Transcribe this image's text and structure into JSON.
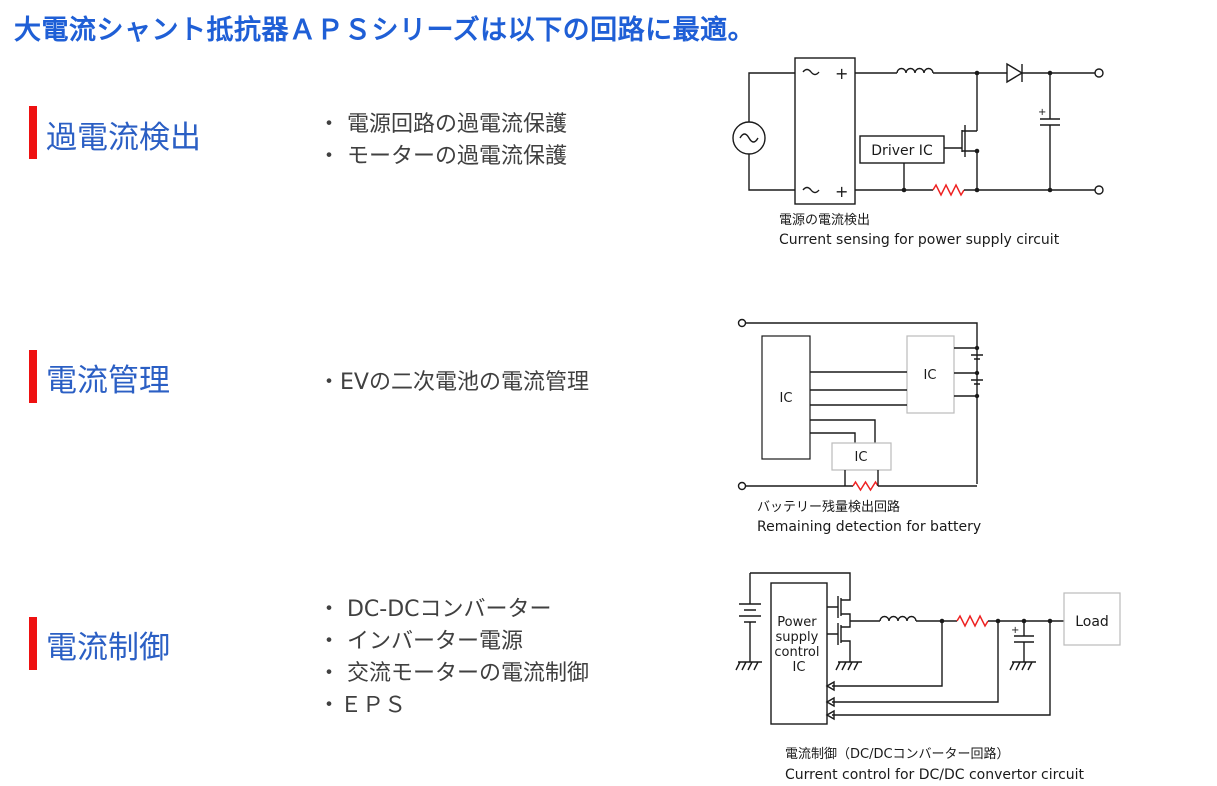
{
  "title": "大電流シャント抵抗器ＡＰＳシリーズは以下の回路に最適。",
  "sections": [
    {
      "heading": "過電流検出",
      "bullets": [
        "・ 電源回路の過電流保護",
        "・ モーターの過電流保護"
      ],
      "circuit": {
        "chip_label": "Driver IC",
        "caption_ja": "電源の電流検出",
        "caption_en": "Current sensing for power supply circuit"
      }
    },
    {
      "heading": "電流管理",
      "bullets": [
        "・EVの二次電池の電流管理"
      ],
      "circuit": {
        "ic_labels": [
          "IC",
          "IC",
          "IC"
        ],
        "caption_ja": "バッテリー残量検出回路",
        "caption_en": "Remaining detection for battery"
      }
    },
    {
      "heading": "電流制御",
      "bullets": [
        "・ DC-DCコンバーター",
        "・ インバーター電源",
        "・ 交流モーターの電流制御",
        "・ＥＰＳ"
      ],
      "circuit": {
        "controller_lines": [
          "Power",
          "supply",
          "control",
          "IC"
        ],
        "load_label": "Load",
        "caption_ja": "電流制御（DC/DCコンバーター回路）",
        "caption_en": "Current control for DC/DC convertor circuit"
      }
    }
  ],
  "colors": {
    "title": "#1f5fd6",
    "heading": "#2b5fc4",
    "accent_bar": "#ee1111",
    "resistor": "#ee2222"
  }
}
